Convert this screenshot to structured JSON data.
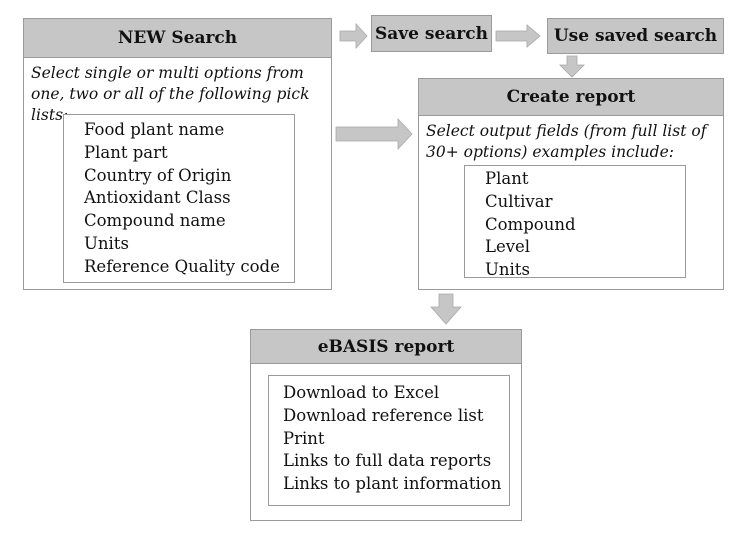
{
  "new_search": {
    "title": "NEW Search",
    "description": "Select single or multi options from one, two or all of the following pick lists:",
    "items": [
      "Food plant name",
      "Plant part",
      "Country of Origin",
      "Antioxidant Class",
      "Compound name",
      "Units",
      "Reference Quality code"
    ]
  },
  "save_search": {
    "title": "Save search"
  },
  "use_saved_search": {
    "title": "Use saved search"
  },
  "create_report": {
    "title": "Create report",
    "description": "Select output fields (from full list of 30+ options) examples include:",
    "items": [
      "Plant",
      "Cultivar",
      "Compound",
      "Level",
      "Units"
    ]
  },
  "ebasis_report": {
    "title": "eBASIS report",
    "items": [
      "Download to Excel",
      "Download reference list",
      "Print",
      "Links to full data reports",
      "Links to plant information"
    ]
  },
  "colors": {
    "header_fill": "#c6c6c6",
    "arrow_fill": "#c6c6c6",
    "border": "#9a9a9a"
  }
}
